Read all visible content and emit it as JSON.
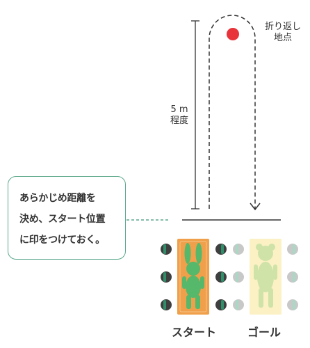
{
  "labels": {
    "turn_point_line1": "折り返し",
    "turn_point_line2": "地点",
    "distance_value": "5 m",
    "distance_unit": "程度",
    "start": "スタート",
    "goal": "ゴール"
  },
  "note": {
    "lines": [
      "あらかじめ距離を",
      "決め、スタート位置",
      "に印をつけておく。"
    ]
  },
  "colors": {
    "accent_green": "#5aa88a",
    "marker_red": "#e8333a",
    "start_mat": "#f0a04b",
    "goal_mat": "#fbf1c4",
    "start_figure": "#56b86a",
    "goal_figure": "#cfe3a8",
    "person_dark": "#3f3f3f",
    "person_light": "#c8c8c8",
    "person_green_dark": "#2f8f6a",
    "person_green_light": "#a9d8c4"
  }
}
